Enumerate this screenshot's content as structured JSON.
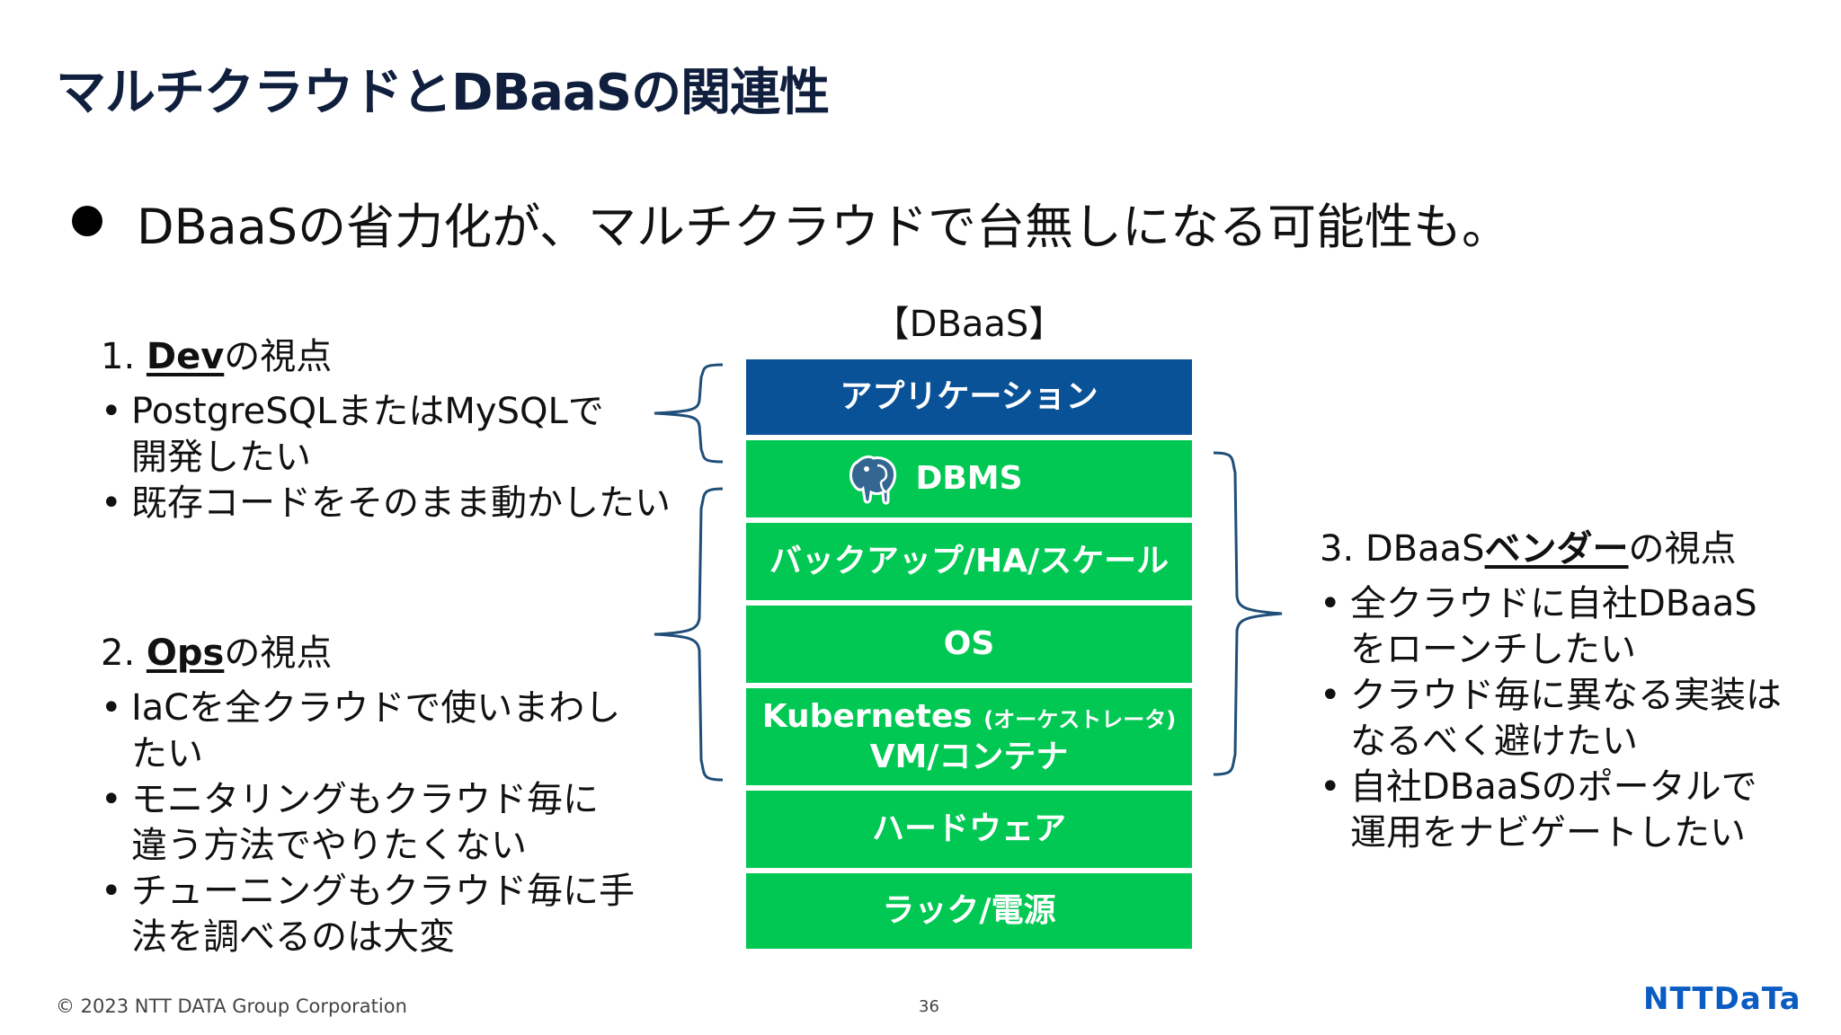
{
  "title": "マルチクラウドとDBaaSの関連性",
  "headline": "DBaaSの省力化が、マルチクラウドで台無しになる可能性も。",
  "dev": {
    "number": "1.",
    "keyword": "Dev",
    "suffix": "の視点",
    "bullets": [
      "PostgreSQLまたはMySQLで開発したい",
      "既存コードをそのまま動かしたい"
    ]
  },
  "ops": {
    "number": "2.",
    "keyword": "Ops",
    "suffix": "の視点",
    "bullets": [
      "IaCを全クラウドで使いまわしたい",
      "モニタリングもクラウド毎に違う方法でやりたくない",
      "チューニングもクラウド毎に手法を調べるのは大変"
    ]
  },
  "vendor": {
    "prefix": "3. DBaaS",
    "keyword": "ベンダー",
    "suffix": "の視点",
    "bullets": [
      "全クラウドに自社DBaaSをローンチしたい",
      "クラウド毎に異なる実装はなるべく避けたい",
      "自社DBaaSのポータルで運用をナビゲートしたい"
    ]
  },
  "stack": {
    "caption": "【DBaaS】",
    "layers": [
      {
        "label": "アプリケーション"
      },
      {
        "label": "DBMS"
      },
      {
        "label": "バックアップ/HA/スケール"
      },
      {
        "label": "OS"
      },
      {
        "label": "Kubernetes",
        "note": "(オーケストレータ)",
        "label2": "VM/コンテナ"
      },
      {
        "label": "ハードウェア"
      },
      {
        "label": "ラック/電源"
      }
    ],
    "colors": {
      "application": "#0a5297",
      "infrastructure": "#00c853",
      "brace": "#1f4e79"
    },
    "dbms_icon": "postgresql-elephant-icon"
  },
  "footer": {
    "copyright": "© 2023 NTT DATA Group Corporation",
    "page_number": "36",
    "logo": "NTTDaTa"
  }
}
